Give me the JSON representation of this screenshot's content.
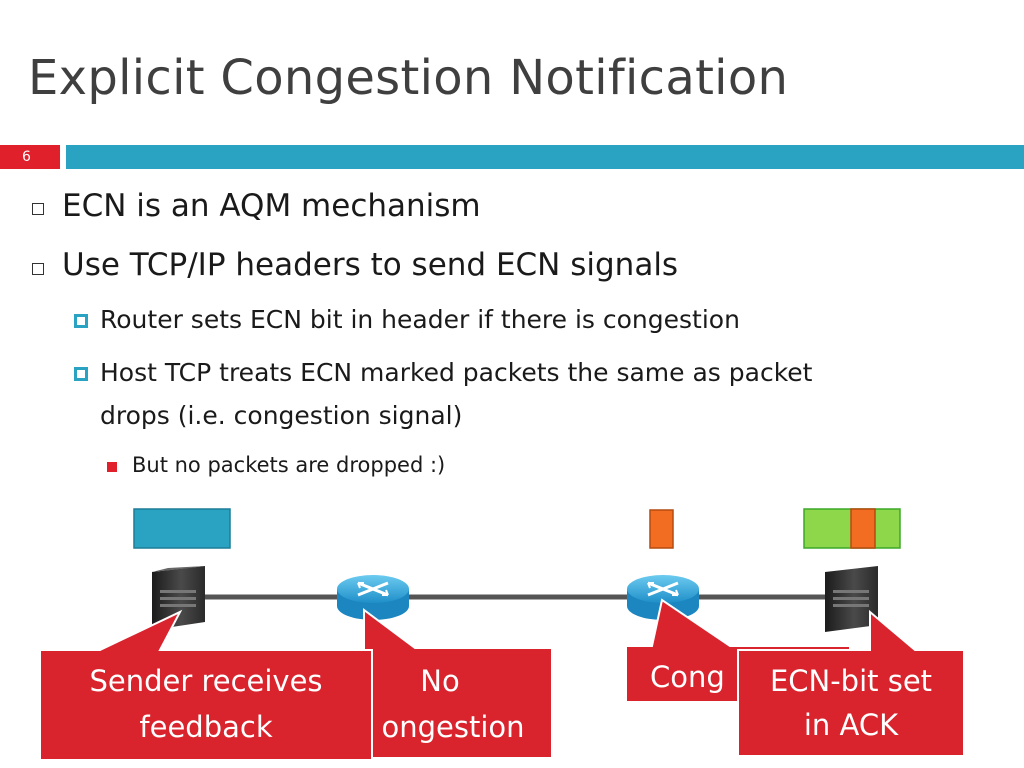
{
  "slide": {
    "title": "Explicit Congestion Notification",
    "number": "6",
    "colors": {
      "accent_bar": "#2aa3c3",
      "number_box": "#e0202a",
      "callout": "#d9232d",
      "packet_blue": "#2aa3c3",
      "packet_orange": "#f26c21",
      "packet_green": "#8ed64a"
    }
  },
  "bullets": [
    {
      "text": "ECN is an AQM mechanism"
    },
    {
      "text": "Use TCP/IP headers to send ECN signals"
    },
    {
      "text": "Router sets ECN bit in header if there is congestion"
    },
    {
      "text": "Host TCP treats ECN marked packets the same as packet"
    },
    {
      "text": "drops (i.e. congestion signal)"
    },
    {
      "text": "But no packets are dropped :)"
    }
  ],
  "diagram": {
    "icons": [
      "server-icon",
      "router-icon",
      "router-icon",
      "server-icon"
    ],
    "callouts": {
      "sender": [
        "Sender receives",
        "feedback"
      ],
      "no_congestion": [
        "No",
        "ongestion"
      ],
      "congestion": "Cong",
      "ecn_bit": [
        "ECN-bit set",
        "in ACK"
      ]
    }
  }
}
